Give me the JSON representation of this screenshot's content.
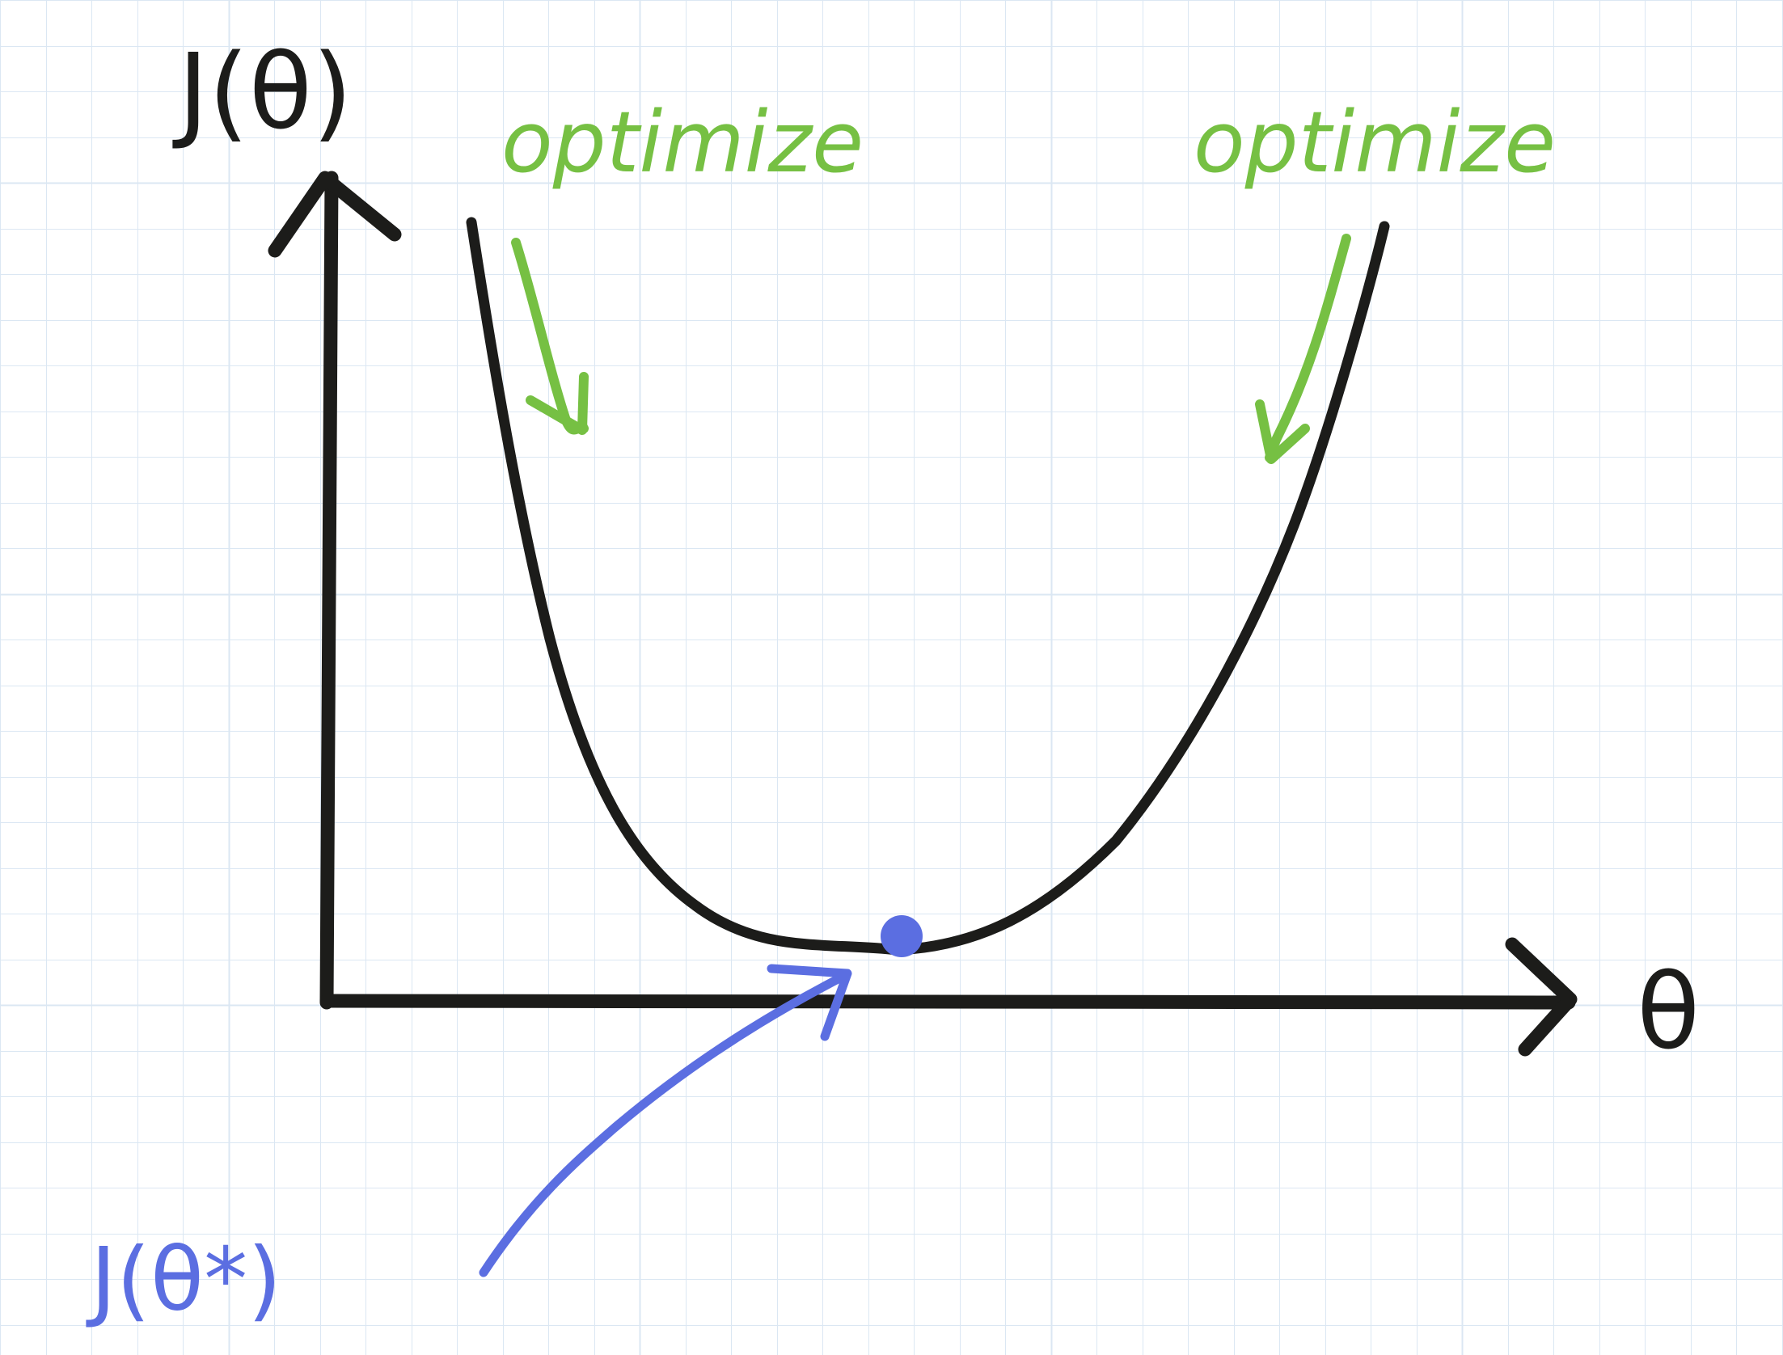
{
  "y_axis_label": "J(θ)",
  "x_axis_label": "θ",
  "annotations": {
    "left": "optimize",
    "right": "optimize",
    "minimum": "J(θ*)"
  },
  "colors": {
    "ink": "#1c1c1a",
    "green": "#76c043",
    "blue": "#5b6ee1",
    "grid": "#dbe7f3",
    "paper": "#ffffff"
  }
}
